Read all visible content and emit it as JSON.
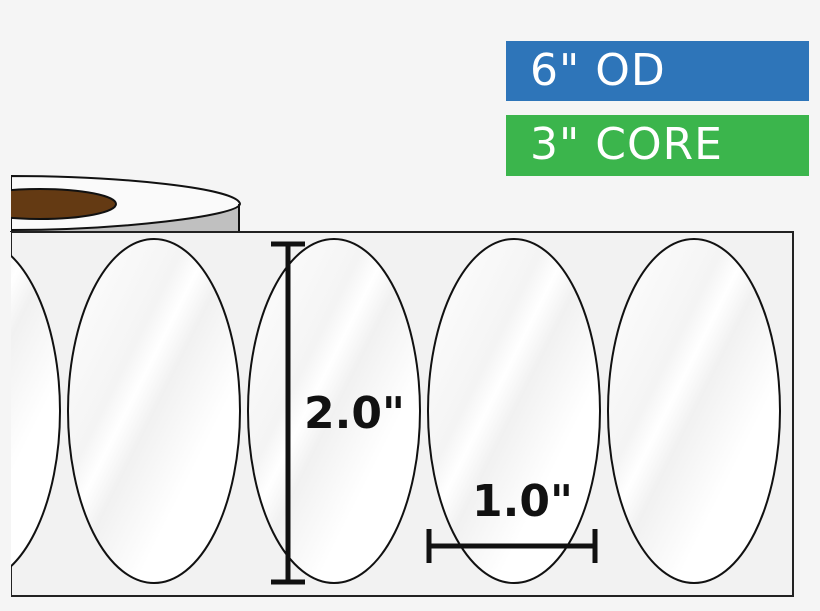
{
  "badges": {
    "outer_diameter": {
      "label": "6\" OD",
      "color": "#2e75b9"
    },
    "core": {
      "label": "3\" CORE",
      "color": "#3bb54c"
    }
  },
  "labels": {
    "shape": "oval",
    "height": "2.0\"",
    "width": "1.0\"",
    "visible_count": 5
  },
  "colors": {
    "background": "#f5f5f5",
    "liner": "#f2f2f2",
    "label_fill": "#ffffff",
    "outline": "#111111",
    "core": "#643a13",
    "roll_side": "#c0c0c0"
  }
}
